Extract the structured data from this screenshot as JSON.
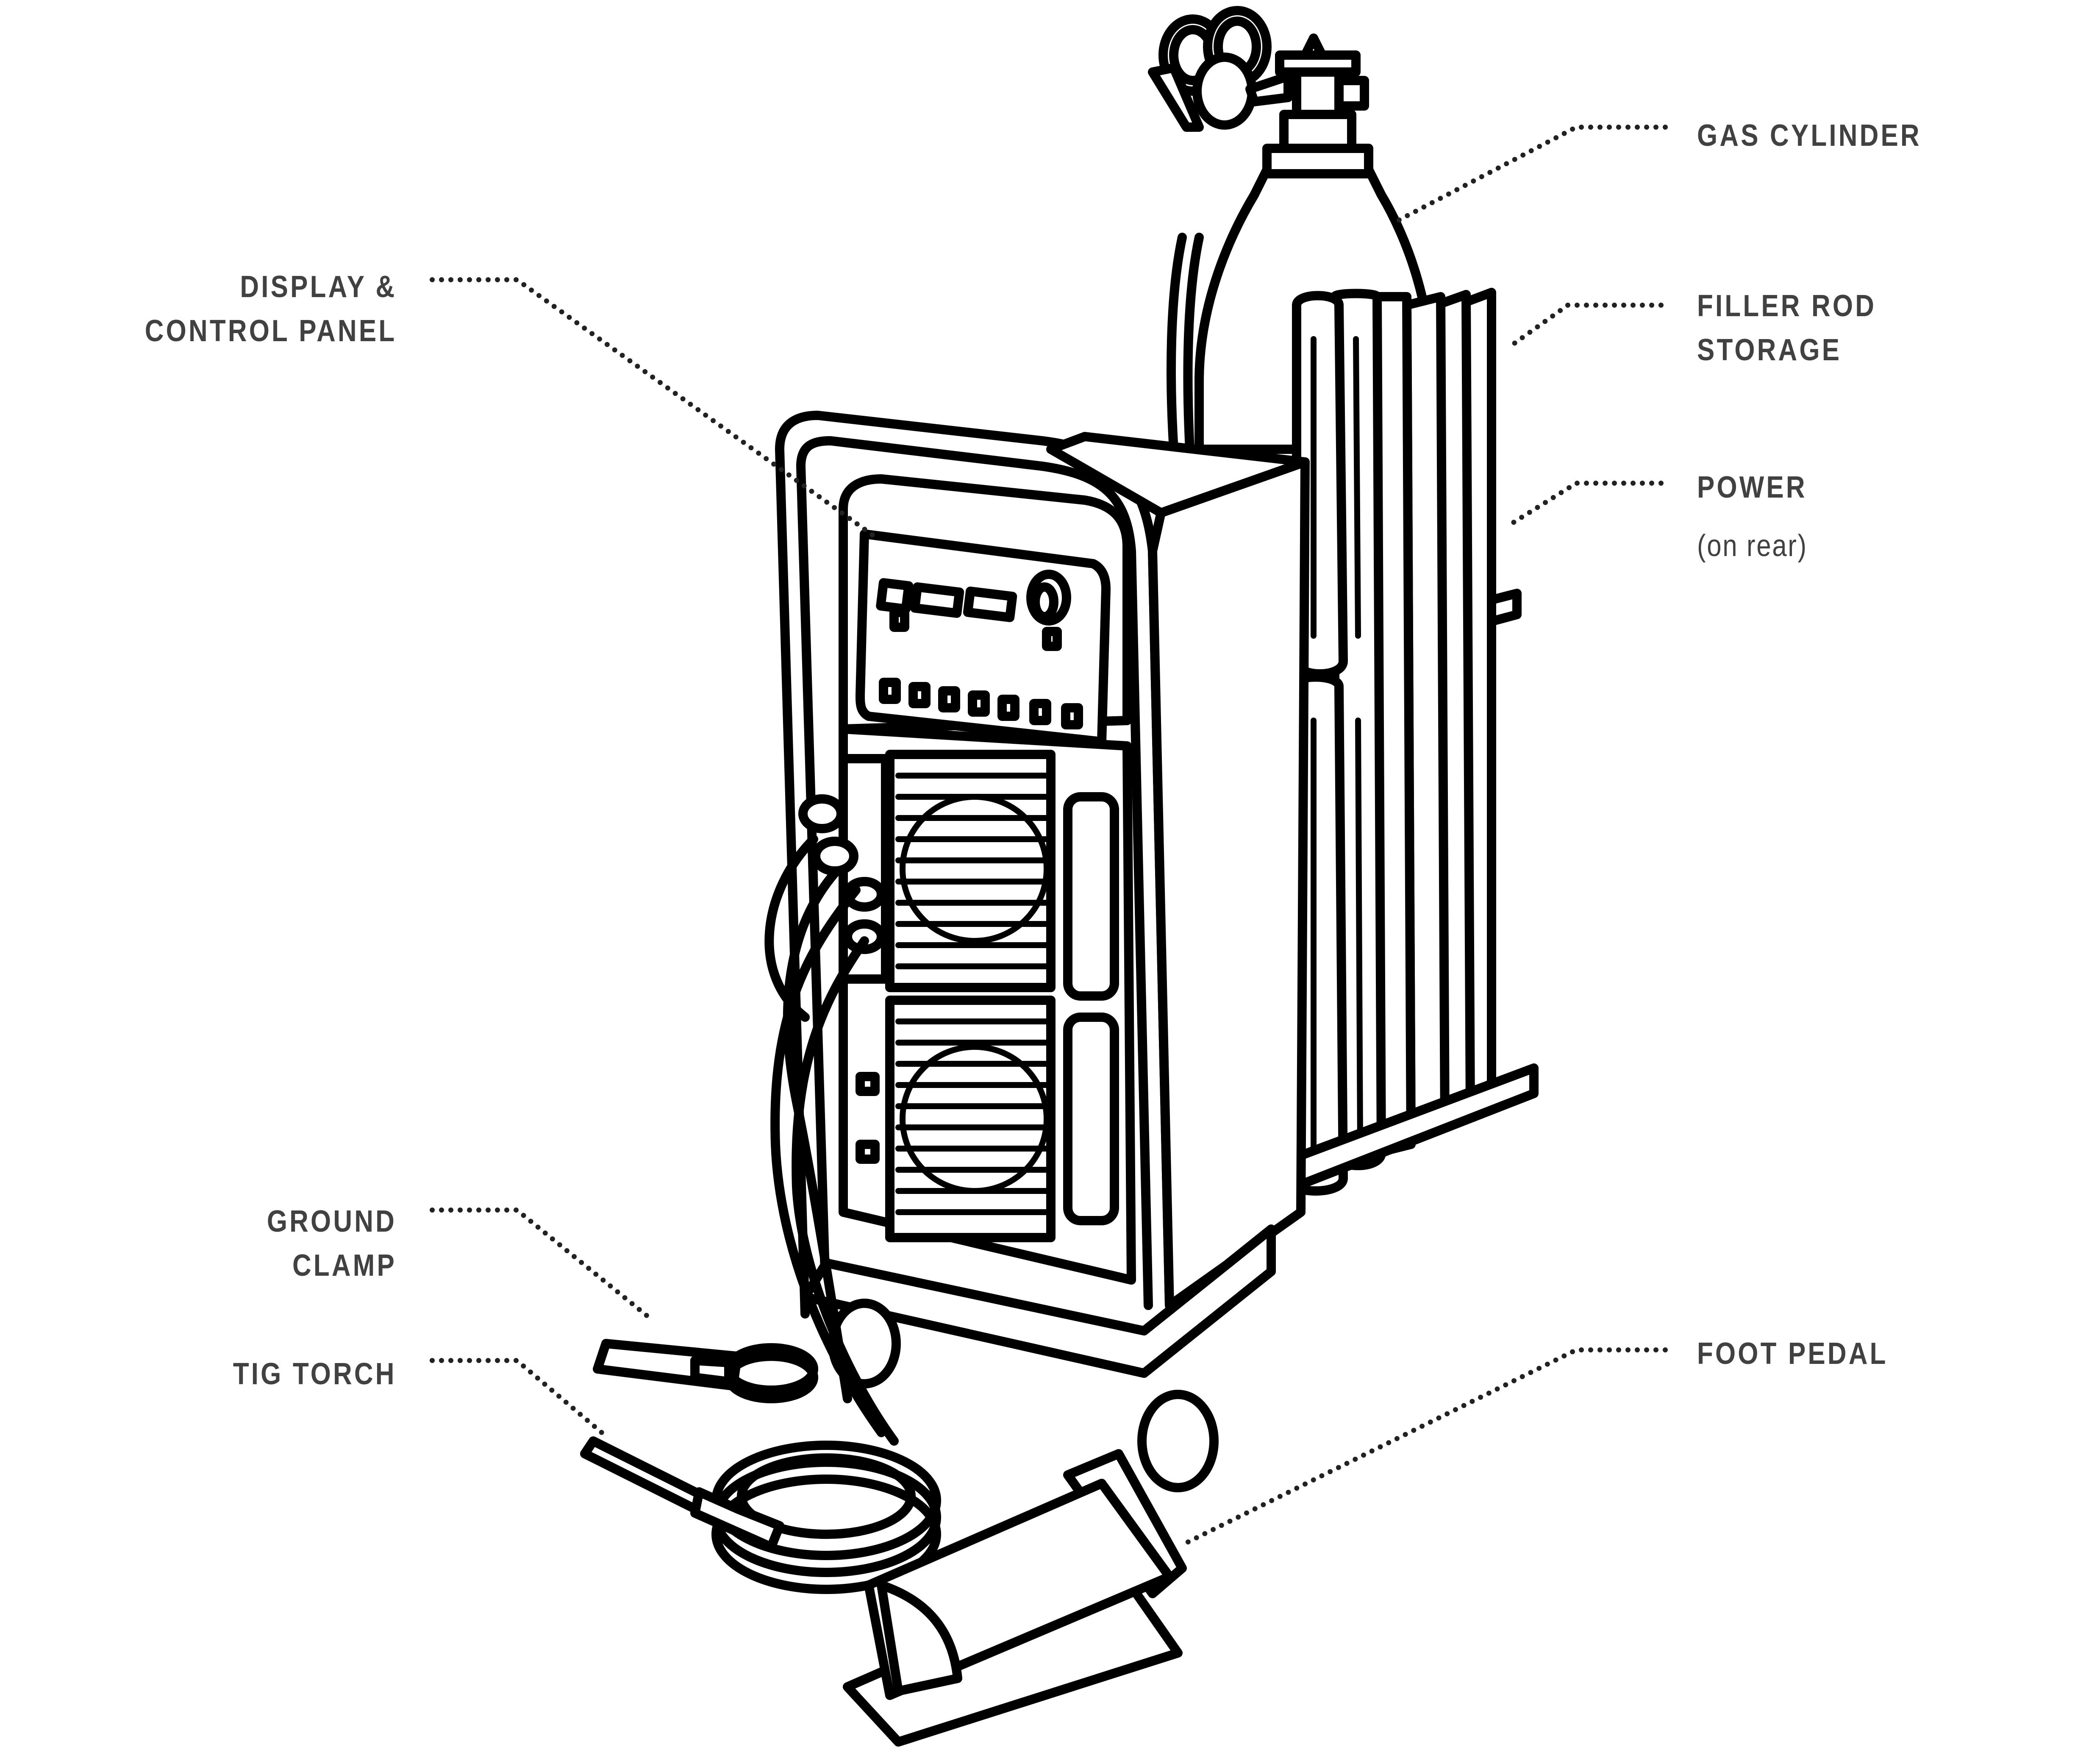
{
  "diagram": {
    "subject": "TIG welder on cart",
    "ink_color": "#000000",
    "label_color": "#414141",
    "background": "#ffffff"
  },
  "labels": {
    "gas_cylinder": {
      "line1": "GAS CYLINDER"
    },
    "filler_rod_storage": {
      "line1": "FILLER ROD",
      "line2": "STORAGE"
    },
    "power": {
      "line1": "POWER",
      "note": "(on rear)"
    },
    "display_control_panel": {
      "line1": "DISPLAY &",
      "line2": "CONTROL PANEL"
    },
    "ground_clamp": {
      "line1": "GROUND",
      "line2": "CLAMP"
    },
    "tig_torch": {
      "line1": "TIG TORCH"
    },
    "foot_pedal": {
      "line1": "FOOT PEDAL"
    }
  },
  "panel": {
    "display_windows": 3,
    "front_buttons": 7,
    "knobs": 1
  }
}
